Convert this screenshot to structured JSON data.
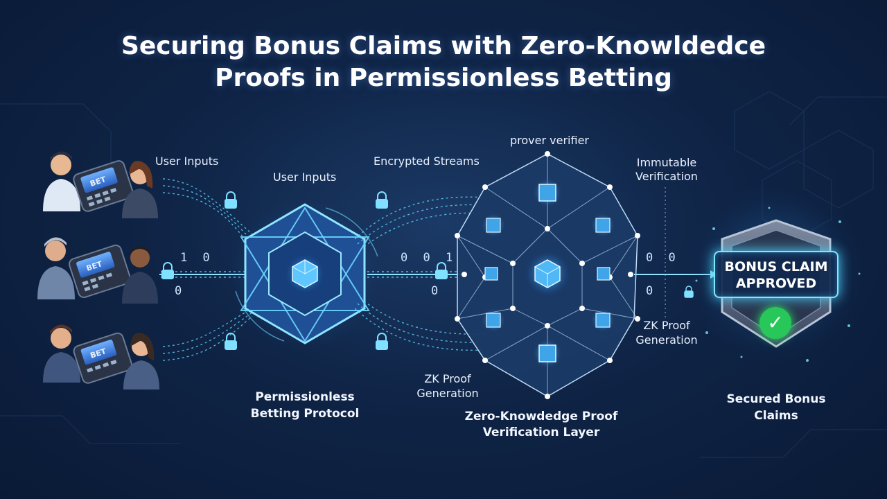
{
  "title": {
    "line1": "Securing Bonus Claims with Zero-Knowldedce",
    "line2": "Proofs in Permissionless Betting"
  },
  "labels": {
    "user_inputs_left": "User Inputs",
    "user_inputs_center": "User Inputs",
    "encrypted_streams": "Encrypted Streams",
    "prover_verifier": "prover verifier",
    "immutable_verification_line1": "Immutable",
    "immutable_verification_line2": "Verification",
    "zk_proof_generation_right_line1": "ZK Proof",
    "zk_proof_generation_right_line2": "Generation",
    "zk_proof_generation_center_line1": "ZK Proof",
    "zk_proof_generation_center_line2": "Generation",
    "protocol_line1": "Permissionless",
    "protocol_line2": "Betting Protocol",
    "zk_layer_line1": "Zero-Knowdedge Proof",
    "zk_layer_line2": "Verification Layer",
    "secured_line1": "Secured Bonus",
    "secured_line2": "Claims"
  },
  "terminals": {
    "bet_label": "BET"
  },
  "bits": {
    "left_top": "1 0",
    "left_bottom": "0",
    "mid_top": "0 0 1",
    "mid_bottom": "0",
    "right_top": "0  0",
    "right_bottom": "0"
  },
  "badge": {
    "line1": "BONUS CLAIM",
    "line2": "APPROVED"
  },
  "colors": {
    "background": "#0f2446",
    "accent_cyan": "#5fd6ff",
    "approved_green": "#27c75a",
    "terminal_screen": "#3c7ee0"
  },
  "icons": [
    "user-icon",
    "terminal-icon",
    "lock-icon",
    "star-core-icon",
    "cube-icon",
    "shield-icon",
    "check-icon"
  ]
}
